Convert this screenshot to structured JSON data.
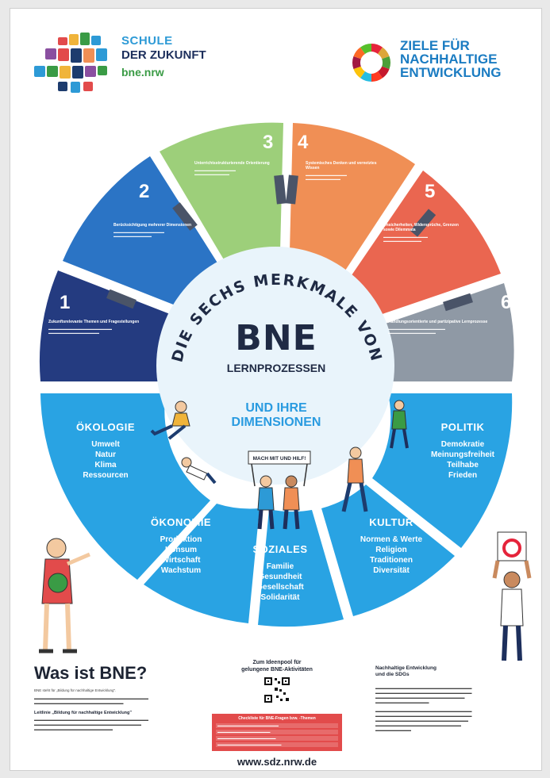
{
  "header": {
    "left_logo": {
      "line1": "SCHULE",
      "line2": "DER ZUKUNFT",
      "line3": "bne.nrw"
    },
    "right_logo": {
      "line1": "ZIELE FÜR",
      "line2": "NACHHALTIGE",
      "line3": "ENTWICKLUNG"
    }
  },
  "colors": {
    "seg1": "#243b80",
    "seg2": "#2b74c5",
    "seg3": "#9dcf7a",
    "seg4": "#f08f55",
    "seg5": "#ea6650",
    "seg6": "#8f99a5",
    "outer": "#29a3e3",
    "inner": "#e9f4fb"
  },
  "center": {
    "arc_text": "DIE SECHS MERKMALE VON",
    "title": "BNE",
    "subtitle": "LERNPROZESSEN",
    "dimensions_line1": "UND IHRE",
    "dimensions_line2": "DIMENSIONEN"
  },
  "segments": [
    {
      "num": "1",
      "head": "Zukunftsrelevante Themen und Fragestellungen",
      "body": ""
    },
    {
      "num": "2",
      "head": "Berücksichtigung mehrerer Dimensionen",
      "body": ""
    },
    {
      "num": "3",
      "head": "Unterrichtsstrukturierende Orientierung",
      "body": ""
    },
    {
      "num": "4",
      "head": "Systemisches Denken und vernetztes Wissen",
      "body": ""
    },
    {
      "num": "5",
      "head": "Unsicherheiten, Widersprüche, Grenzen sowie Dilemmata",
      "body": ""
    },
    {
      "num": "6",
      "head": "Handlungsorientierte und partizipative Lernprozesse",
      "body": ""
    }
  ],
  "dimensions": {
    "oekologie": {
      "title": "ÖKOLOGIE",
      "items": [
        "Umwelt",
        "Natur",
        "Klima",
        "Ressourcen"
      ]
    },
    "oekonomie": {
      "title": "ÖKONOMIE",
      "items": [
        "Produktion",
        "Konsum",
        "Wirtschaft",
        "Wachstum"
      ]
    },
    "soziales": {
      "title": "SOZIALES",
      "items": [
        "Familie",
        "Gesundheit",
        "Gesellschaft",
        "Solidarität"
      ]
    },
    "kultur": {
      "title": "KULTUR",
      "items": [
        "Normen & Werte",
        "Religion",
        "Traditionen",
        "Diversität"
      ]
    },
    "politik": {
      "title": "POLITIK",
      "items": [
        "Demokratie",
        "Meinungsfreiheit",
        "Teilhabe",
        "Frieden"
      ]
    }
  },
  "sign_text": "MACH MIT UND HILF!",
  "bottom": {
    "left_title": "Was ist BNE?",
    "left_p1": "BNE steht für „Bildung für nachhaltige Entwicklung\".",
    "left_sub": "Leitlinie „Bildung für nachhaltige Entwicklung\"",
    "mid_head1": "Zum Ideenpool für",
    "mid_head2": "gelungene BNE-Aktivitäten",
    "check_title": "Checkliste für BNE-Fragen bzw. -Themen",
    "url": "www.sdz.nrw.de",
    "right_head1": "Nachhaltige Entwicklung",
    "right_head2": "und die SDGs"
  }
}
